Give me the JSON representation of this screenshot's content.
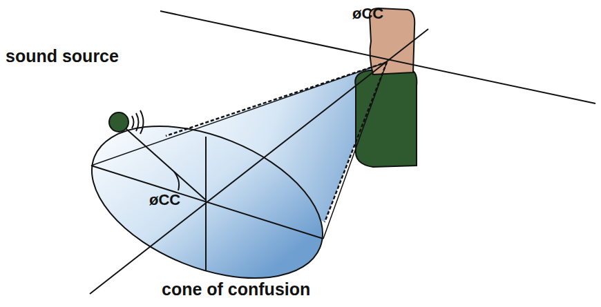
{
  "diagram": {
    "labels": [
      "øCC",
      "sound source",
      "øCC",
      "cone of confusion"
    ]
  }
}
